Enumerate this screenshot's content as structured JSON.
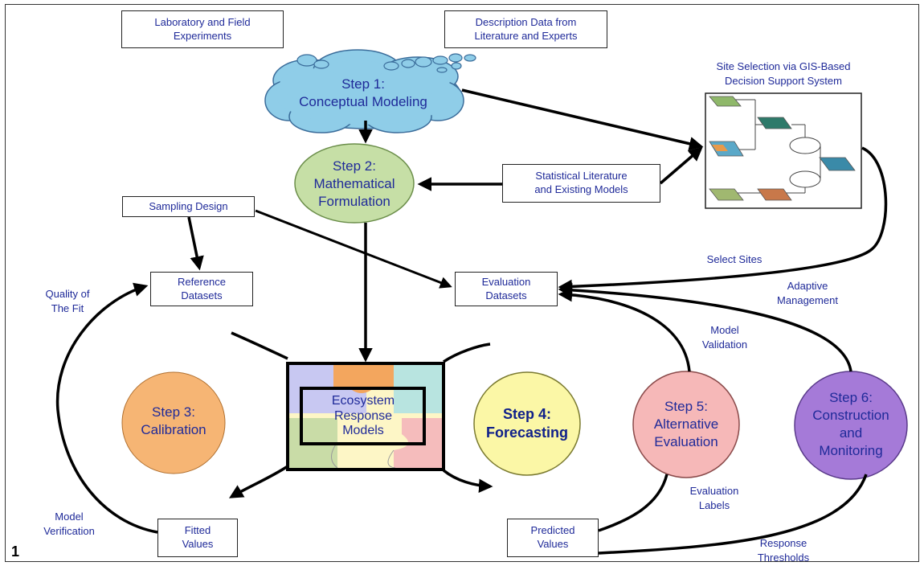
{
  "figure_number": "1",
  "boxes": {
    "lab_field": "Laboratory and Field\nExperiments",
    "description_data": "Description Data from\nLiterature and Experts",
    "statistical_literature": "Statistical Literature\nand Existing Models",
    "sampling_design": "Sampling Design",
    "reference_datasets": "Reference\nDatasets",
    "evaluation_datasets": "Evaluation\nDatasets",
    "fitted_values": "Fitted\nValues",
    "predicted_values": "Predicted\nValues",
    "ecosystem_models": "Ecosystem\nResponse\nModels"
  },
  "steps": {
    "step1": "Step 1:\nConceptual Modeling",
    "step2": "Step 2:\nMathematical\nFormulation",
    "step3": "Step 3:\nCalibration",
    "step4": "Step 4:\nForecasting",
    "step5": "Step 5:\nAlternative\nEvaluation",
    "step6": "Step 6:\nConstruction\nand\nMonitoring"
  },
  "labels": {
    "site_selection": "Site Selection via GIS-Based\nDecision Support System",
    "select_sites": "Select Sites",
    "adaptive_management": "Adaptive\nManagement",
    "model_validation": "Model\nValidation",
    "evaluation_labels": "Evaluation\nLabels",
    "response_thresholds": "Response\nThresholds",
    "quality_of_fit": "Quality of\nThe Fit",
    "model_verification": "Model\nVerification"
  },
  "colors": {
    "text_blue": "#1f2a99",
    "cloud_fill": "#8fcde8",
    "step2_fill": "#c6dfa6",
    "step3_fill": "#f6b574",
    "step4_fill": "#fbf7a6",
    "step5_fill": "#f6b8b8",
    "step6_fill": "#a57ad8",
    "puzzle_lavender": "#c8c8f2",
    "puzzle_orange": "#f3a65e",
    "puzzle_teal": "#b8e4e0",
    "puzzle_green": "#c9dca7",
    "puzzle_yellow": "#fdf6c6",
    "puzzle_pink": "#f5bcbc"
  }
}
